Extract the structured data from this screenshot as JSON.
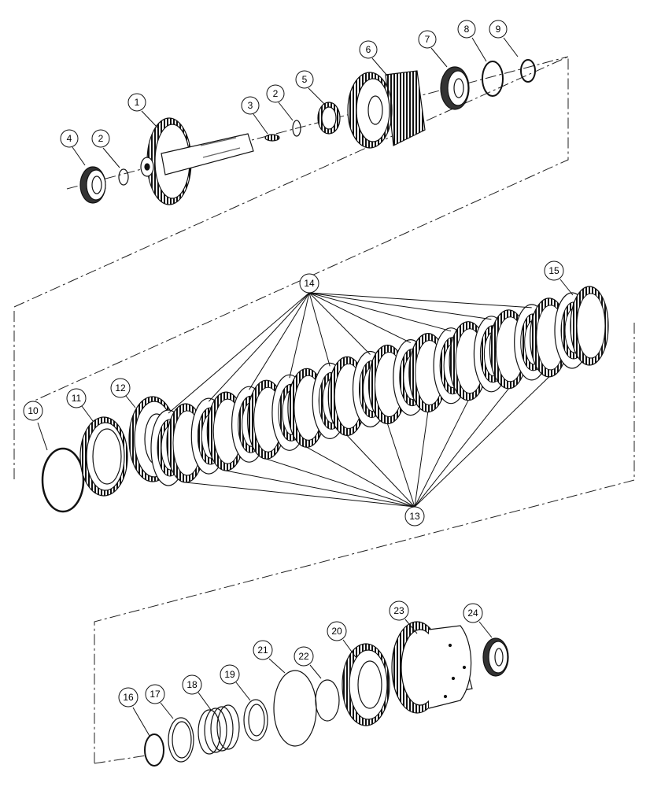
{
  "callouts": [
    {
      "id": "c1",
      "label": "1"
    },
    {
      "id": "c2a",
      "label": "2"
    },
    {
      "id": "c2b",
      "label": "2"
    },
    {
      "id": "c3",
      "label": "3"
    },
    {
      "id": "c4",
      "label": "4"
    },
    {
      "id": "c5",
      "label": "5"
    },
    {
      "id": "c6",
      "label": "6"
    },
    {
      "id": "c7",
      "label": "7"
    },
    {
      "id": "c8",
      "label": "8"
    },
    {
      "id": "c9",
      "label": "9"
    },
    {
      "id": "c10",
      "label": "10"
    },
    {
      "id": "c11",
      "label": "11"
    },
    {
      "id": "c12",
      "label": "12"
    },
    {
      "id": "c13",
      "label": "13"
    },
    {
      "id": "c14",
      "label": "14"
    },
    {
      "id": "c15",
      "label": "15"
    },
    {
      "id": "c16",
      "label": "16"
    },
    {
      "id": "c17",
      "label": "17"
    },
    {
      "id": "c18",
      "label": "18"
    },
    {
      "id": "c19",
      "label": "19"
    },
    {
      "id": "c20",
      "label": "20"
    },
    {
      "id": "c21",
      "label": "21"
    },
    {
      "id": "c22",
      "label": "22"
    },
    {
      "id": "c23",
      "label": "23"
    },
    {
      "id": "c24",
      "label": "24"
    }
  ]
}
